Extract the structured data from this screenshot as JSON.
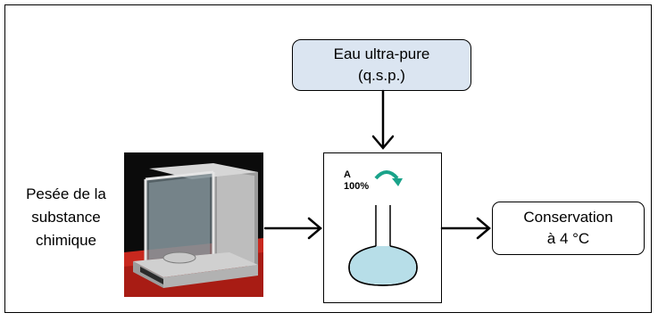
{
  "source_box": {
    "line1": "Eau ultra-pure",
    "line2": "(q.s.p.)"
  },
  "left_label": {
    "line1": "Pesée de la",
    "line2": "substance",
    "line3": "chimique"
  },
  "flask": {
    "label_a": "A",
    "label_percent": "100%"
  },
  "output_box": {
    "line1": "Conservation",
    "line2": "à 4 °C"
  },
  "colors": {
    "source_fill": "#dbe5f1",
    "flask_liquid": "#b7dee8",
    "rotate_arrow": "#1aa38a"
  },
  "icons": {
    "balance": "analytical-balance-photo",
    "rotate": "curved-arrow-icon"
  }
}
